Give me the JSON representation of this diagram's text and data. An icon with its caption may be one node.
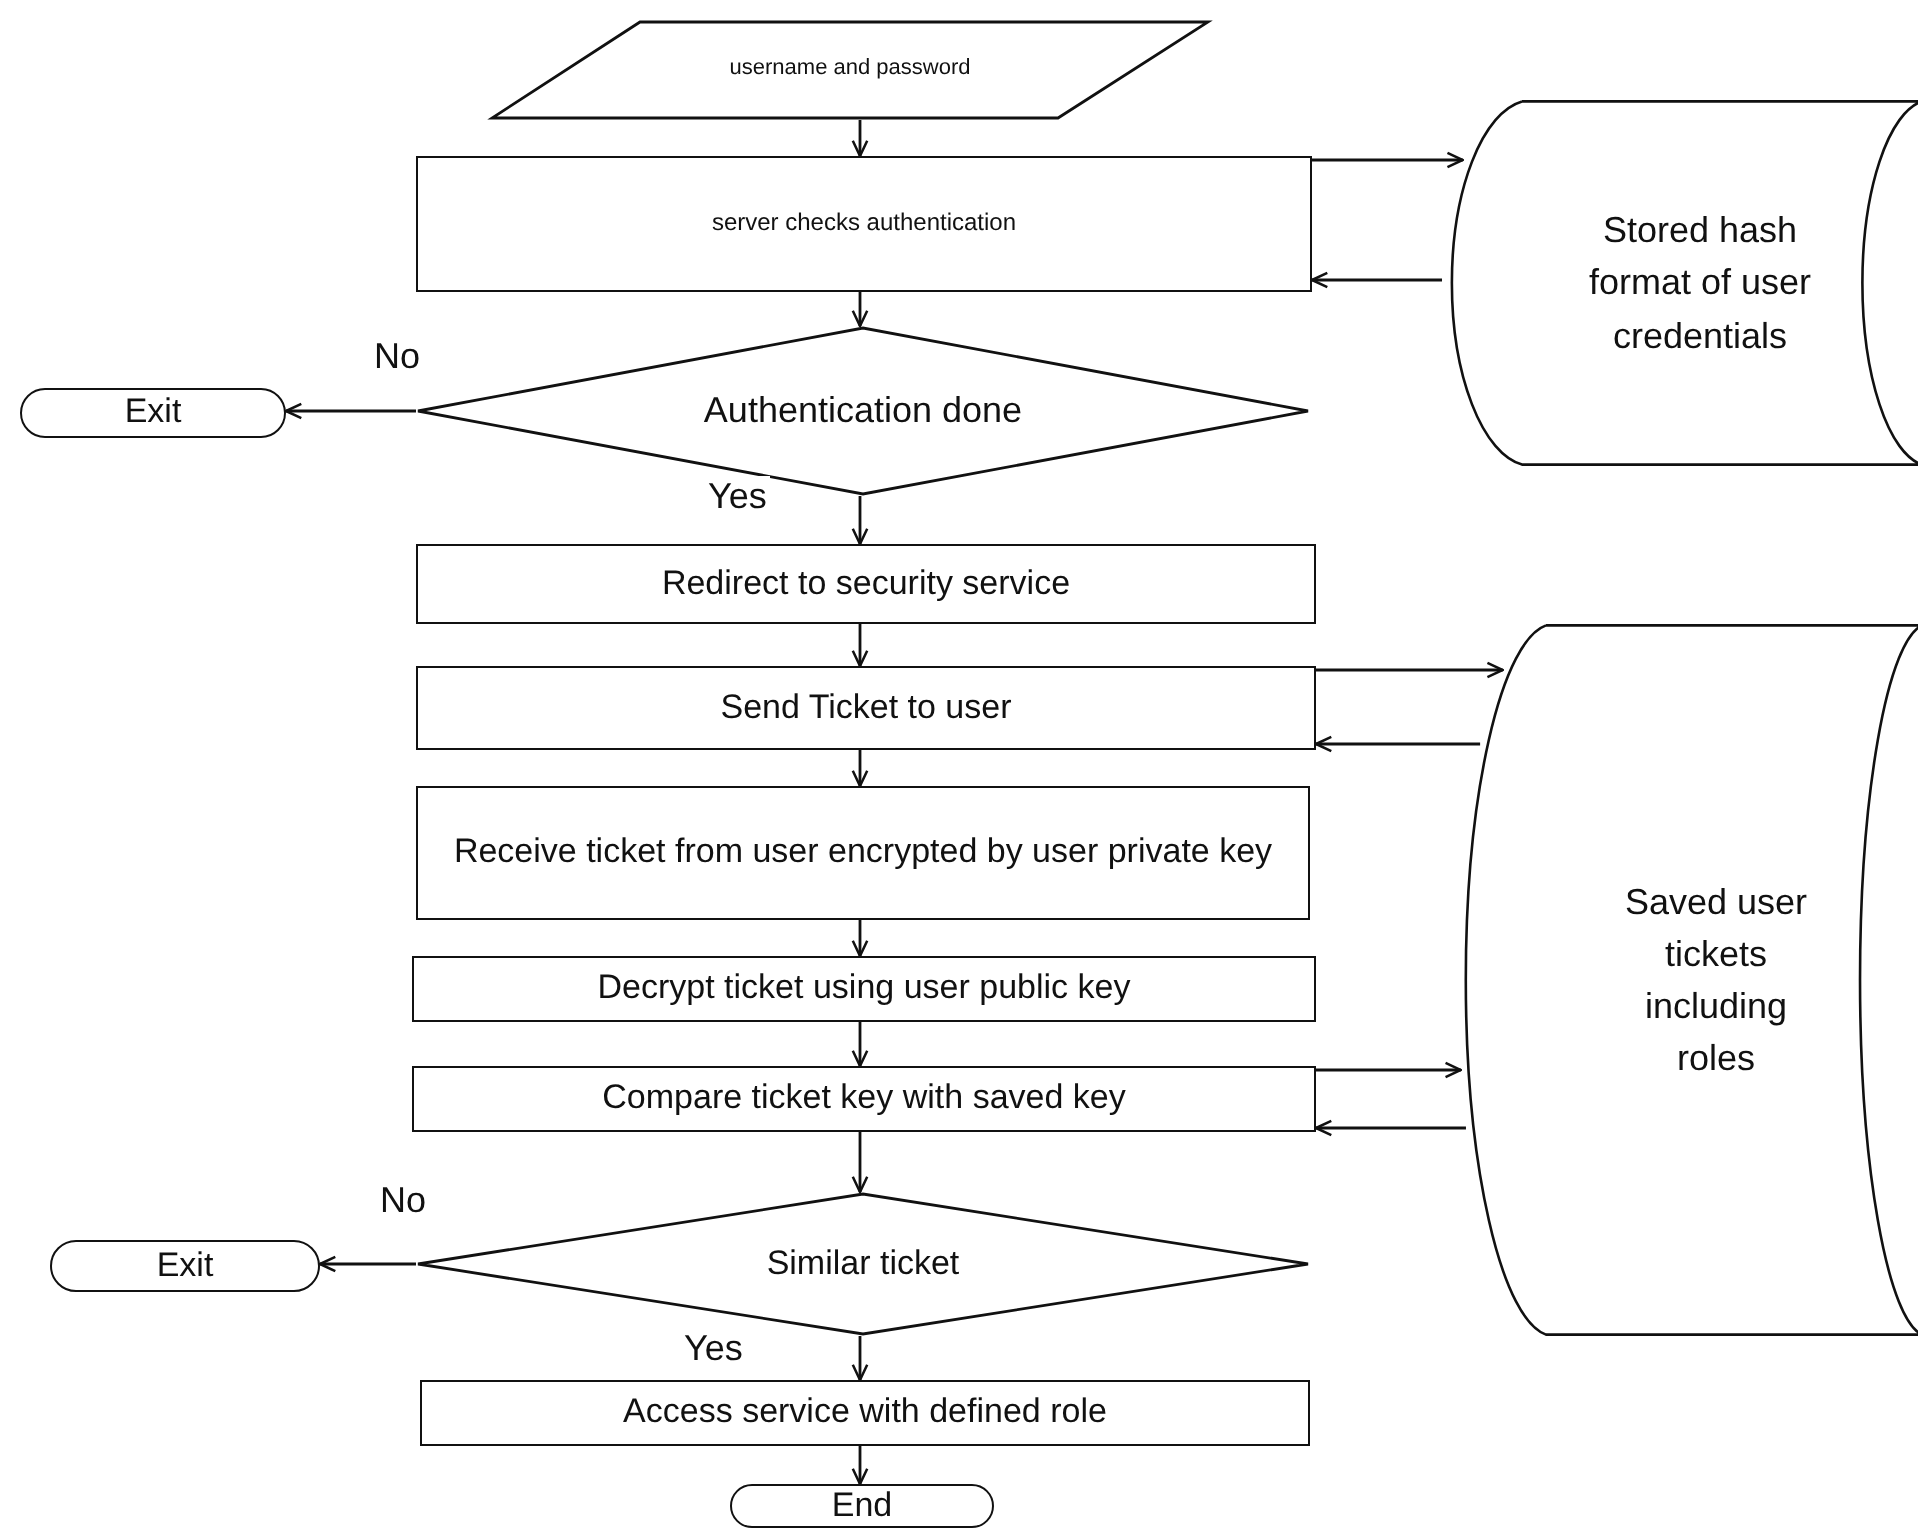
{
  "diagram": {
    "nodes": [
      {
        "text": [
          "username and password"
        ]
      },
      {
        "text": [
          "server checks authentication"
        ]
      },
      {
        "text": [
          "Authentication done"
        ]
      },
      {
        "text": [
          "Exit"
        ]
      },
      {
        "text": [
          "Redirect to security service"
        ]
      },
      {
        "text": [
          "Send Ticket to user"
        ]
      },
      {
        "text": [
          "Receive ticket from user encrypted by user private key"
        ]
      },
      {
        "text": [
          "Decrypt ticket using user public key"
        ]
      },
      {
        "text": [
          "Compare ticket key with saved key"
        ]
      },
      {
        "text": [
          "Similar ticket"
        ]
      },
      {
        "text": [
          "Exit"
        ]
      },
      {
        "text": [
          "Access service with defined role"
        ]
      },
      {
        "text": [
          "End"
        ]
      },
      {
        "text": [
          "Stored hash format of user credentials"
        ]
      },
      {
        "text": [
          "Saved user tickets including roles"
        ]
      }
    ],
    "edges": [
      {
        "from": 0,
        "to": 1,
        "arrow": "to"
      },
      {
        "from": 1,
        "to": 13,
        "arrow": "to"
      },
      {
        "from": 13,
        "to": 1,
        "arrow": "to"
      },
      {
        "from": 1,
        "to": 2,
        "arrow": "to"
      },
      {
        "from": 2,
        "to": 3,
        "arrow": "to",
        "label": "No"
      },
      {
        "from": 2,
        "to": 4,
        "arrow": "to",
        "label": "Yes"
      },
      {
        "from": 4,
        "to": 5,
        "arrow": "to"
      },
      {
        "from": 5,
        "to": 14,
        "arrow": "to"
      },
      {
        "from": 14,
        "to": 5,
        "arrow": "to"
      },
      {
        "from": 5,
        "to": 6,
        "arrow": "to"
      },
      {
        "from": 6,
        "to": 7,
        "arrow": "to"
      },
      {
        "from": 7,
        "to": 8,
        "arrow": "to"
      },
      {
        "from": 8,
        "to": 14,
        "arrow": "to"
      },
      {
        "from": 14,
        "to": 8,
        "arrow": "to"
      },
      {
        "from": 8,
        "to": 9,
        "arrow": "to"
      },
      {
        "from": 9,
        "to": 10,
        "arrow": "to",
        "label": "No"
      },
      {
        "from": 9,
        "to": 11,
        "arrow": "to",
        "label": "Yes"
      },
      {
        "from": 11,
        "to": 12,
        "arrow": "to"
      }
    ]
  }
}
